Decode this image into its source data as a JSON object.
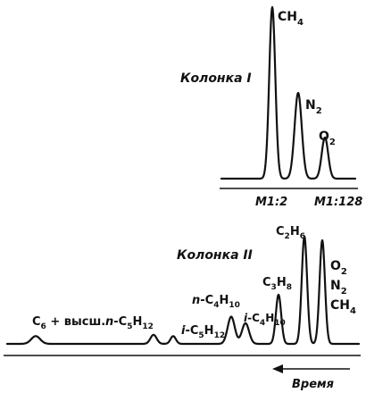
{
  "chart_data": [
    {
      "type": "line",
      "title": "Колонка I",
      "peaks": [
        {
          "name": "CH4",
          "label_main": "CH",
          "label_sub": "4",
          "height": 1.0
        },
        {
          "name": "N2",
          "label_main": "N",
          "label_sub": "2",
          "height": 0.5
        },
        {
          "name": "O2",
          "label_main": "O",
          "label_sub": "2",
          "height": 0.24
        }
      ],
      "attenuation_labels": [
        "M1:2",
        "M1:128"
      ]
    },
    {
      "type": "line",
      "title": "Колонка II",
      "peaks": [
        {
          "name": "C6+",
          "parts": [
            [
              "C",
              ""
            ],
            [
              "6",
              "sub"
            ],
            [
              " + высш.",
              ""
            ]
          ],
          "height": 0.06
        },
        {
          "name": "n-C5H12",
          "parts": [
            [
              "n",
              "i"
            ],
            [
              "-C",
              ""
            ],
            [
              "5",
              "sub"
            ],
            [
              "H",
              ""
            ],
            [
              "12",
              "sub"
            ]
          ],
          "height": 0.07
        },
        {
          "name": "i-C5H12",
          "parts": [
            [
              "i",
              "i"
            ],
            [
              "-C",
              ""
            ],
            [
              "5",
              "sub"
            ],
            [
              "H",
              ""
            ],
            [
              "12",
              "sub"
            ]
          ],
          "height": 0.06
        },
        {
          "name": "n-C4H10",
          "parts": [
            [
              "n",
              "i"
            ],
            [
              "-C",
              ""
            ],
            [
              "4",
              "sub"
            ],
            [
              "H",
              ""
            ],
            [
              "10",
              "sub"
            ]
          ],
          "height": 0.21
        },
        {
          "name": "i-C4H10",
          "parts": [
            [
              "i",
              "i"
            ],
            [
              "-C",
              ""
            ],
            [
              "4",
              "sub"
            ],
            [
              "H",
              ""
            ],
            [
              "10",
              "sub"
            ]
          ],
          "height": 0.16
        },
        {
          "name": "C3H8",
          "parts": [
            [
              "C",
              ""
            ],
            [
              "3",
              "sub"
            ],
            [
              "H",
              ""
            ],
            [
              "8",
              "sub"
            ]
          ],
          "height": 0.38
        },
        {
          "name": "C2H6",
          "parts": [
            [
              "C",
              ""
            ],
            [
              "2",
              "sub"
            ],
            [
              "H",
              ""
            ],
            [
              "6",
              "sub"
            ]
          ],
          "height": 0.83
        },
        {
          "name": "O2 N2 CH4",
          "parts": [],
          "height": 0.8
        }
      ],
      "stacked_label": [
        {
          "main": "O",
          "sub": "2"
        },
        {
          "main": "N",
          "sub": "2"
        },
        {
          "main": "CH",
          "sub": "4"
        }
      ],
      "x_axis_label": "Время",
      "x_direction": "right-to-left"
    }
  ]
}
